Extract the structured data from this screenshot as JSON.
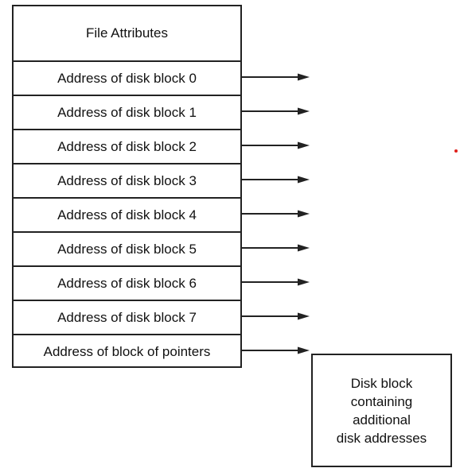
{
  "inode": {
    "header": "File Attributes",
    "rows": [
      "Address of disk block 0",
      "Address of disk block 1",
      "Address of disk block 2",
      "Address of disk block 3",
      "Address of disk block 4",
      "Address of disk block 5",
      "Address of disk block 6",
      "Address of disk block 7",
      "Address of block of pointers"
    ]
  },
  "pointer_block": {
    "text": "Disk block\ncontaining\nadditional\ndisk addresses"
  },
  "colors": {
    "line": "#222222",
    "dot": "#e0201b"
  }
}
